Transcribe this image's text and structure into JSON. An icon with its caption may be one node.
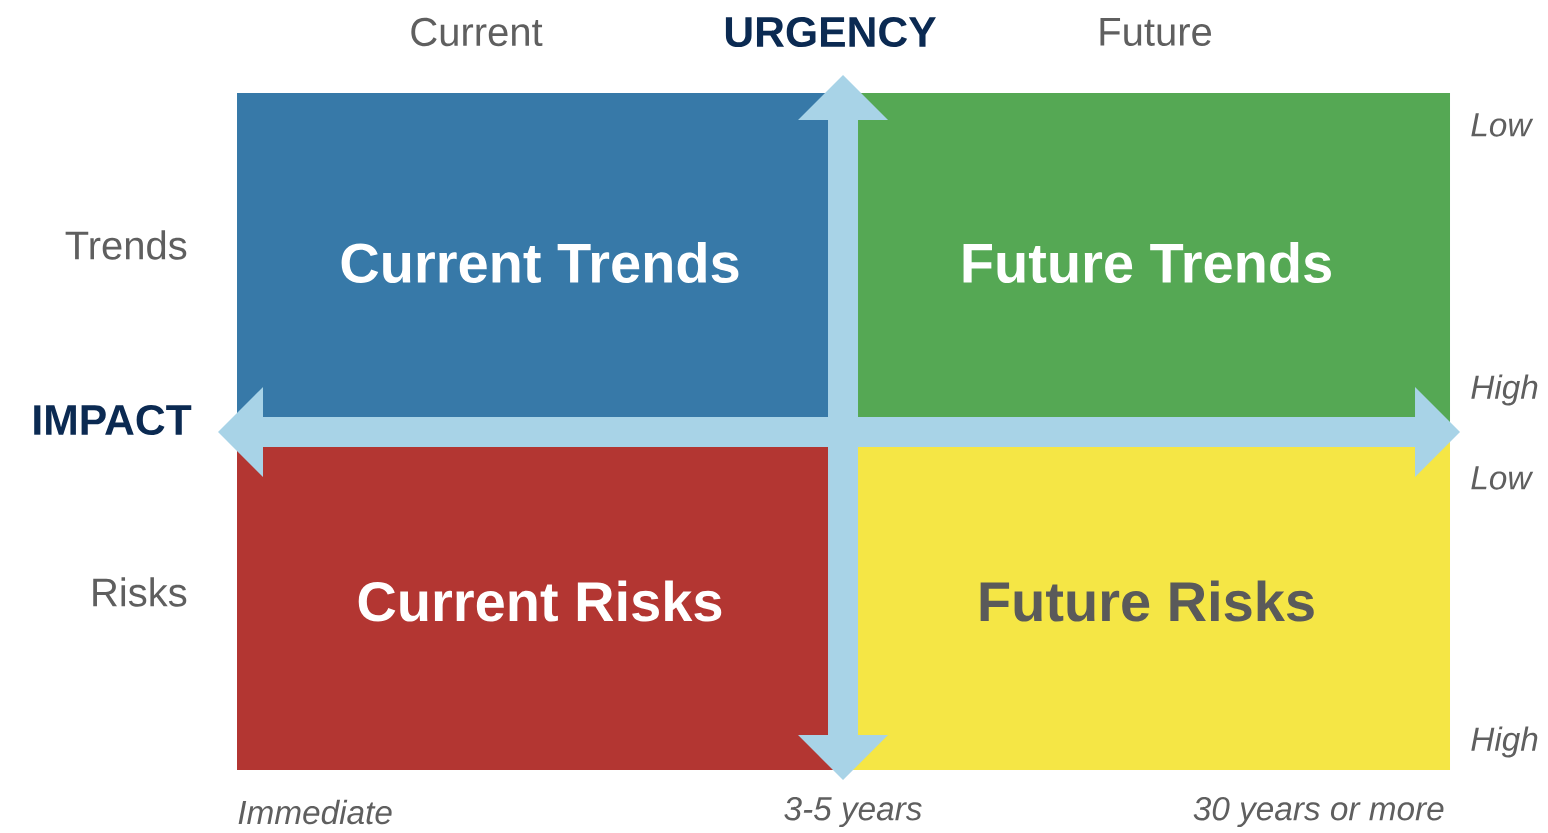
{
  "diagram": {
    "nodes": [
      {
        "text": [
          "Current Trends"
        ]
      },
      {
        "text": [
          "Future Trends"
        ]
      },
      {
        "text": [
          "Current Risks"
        ]
      },
      {
        "text": [
          "Future Risks"
        ]
      }
    ],
    "labels": [
      "Current",
      "URGENCY",
      "Future",
      "Low",
      "Trends",
      "IMPACT",
      "High",
      "Low",
      "Risks",
      "High",
      "Immediate",
      "3-5 years",
      "30 years or more"
    ]
  }
}
